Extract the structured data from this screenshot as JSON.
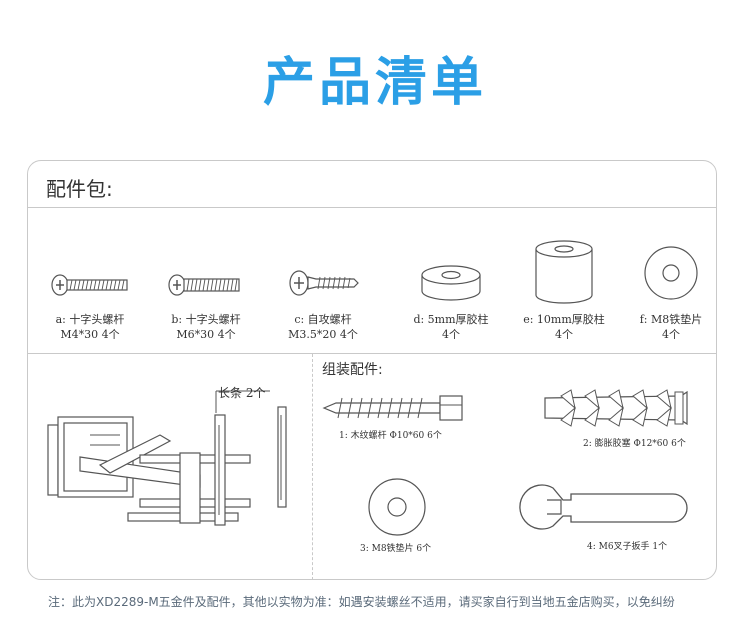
{
  "title": "产品清单",
  "package_label": "配件包:",
  "parts": [
    {
      "line1": "a: 十字头螺杆",
      "line2": "M4*30 4个"
    },
    {
      "line1": "b: 十字头螺杆",
      "line2": "M6*30 4个"
    },
    {
      "line1": "c: 自攻螺杆",
      "line2": "M3.5*20 4个"
    },
    {
      "line1": "d: 5mm厚胶柱",
      "line2": "4个"
    },
    {
      "line1": "e: 10mm厚胶柱",
      "line2": "4个"
    },
    {
      "line1": "f: M8铁垫片",
      "line2": "4个"
    }
  ],
  "mount_callout": "长条 2个",
  "assembly_label": "组装配件:",
  "assembly_parts": [
    {
      "label": "1: 木纹螺杆 Φ10*60 6个"
    },
    {
      "label": "2: 膨胀胶塞 Φ12*60 6个"
    },
    {
      "label": "3: M8铁垫片 6个"
    },
    {
      "label": "4: M6叉子扳手 1个"
    }
  ],
  "footer_note": "注：此为XD2289-M五金件及配件，其他以实物为准：如遇安装螺丝不适用，请买家自行到当地五金店购买，以免纠纷",
  "colors": {
    "accent": "#2b9fe6",
    "border": "#c9c9c9",
    "line_art": "#555555"
  }
}
